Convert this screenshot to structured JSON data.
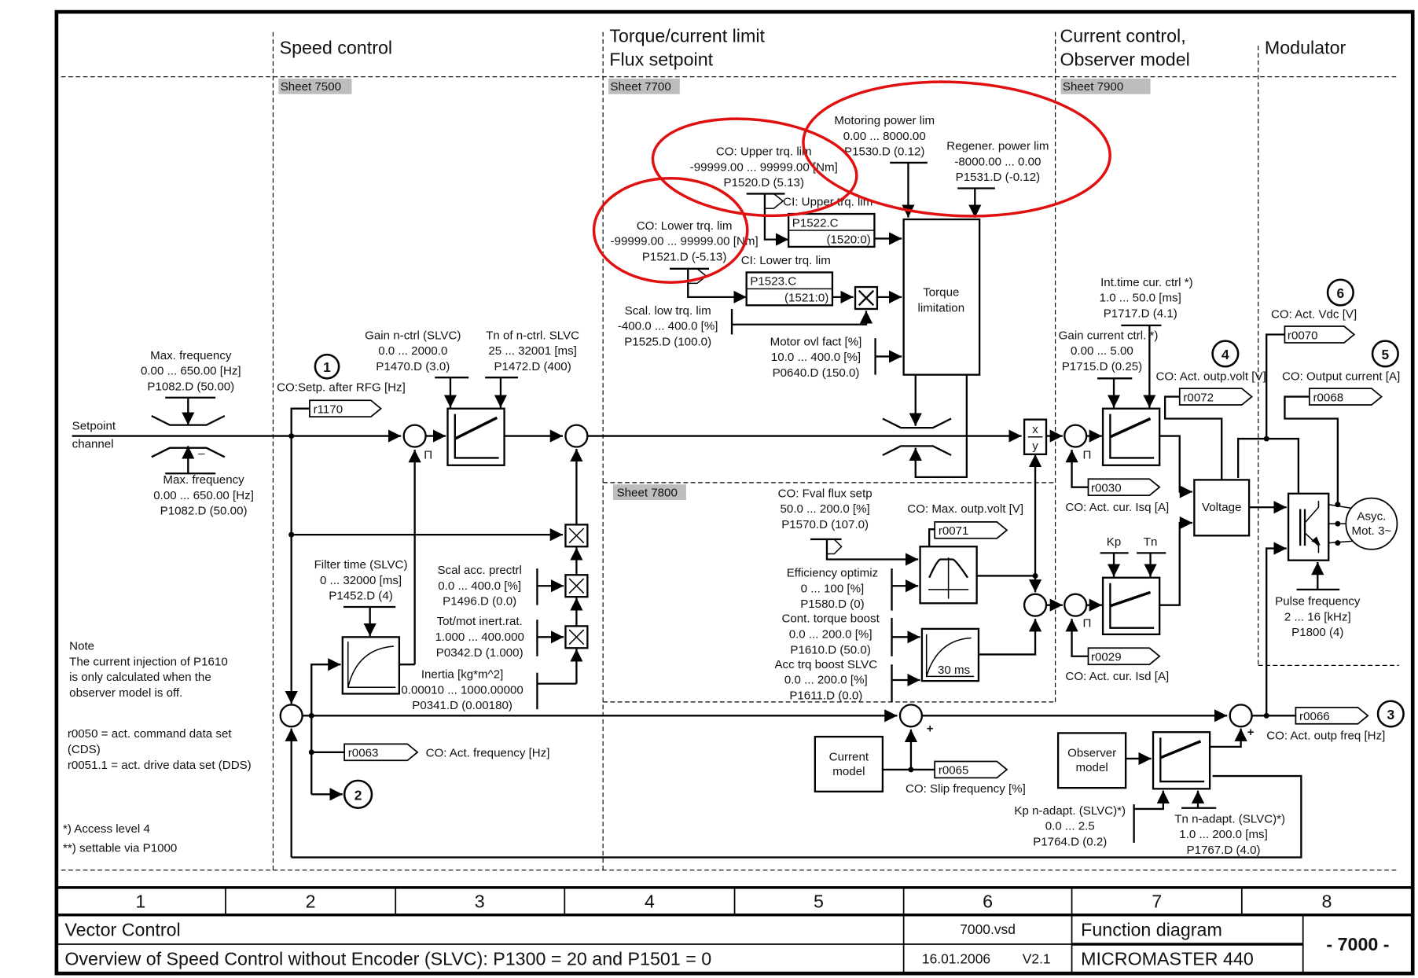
{
  "headers": {
    "speed": "Speed control",
    "torque1": "Torque/current limit",
    "torque2": "Flux setpoint",
    "current1": "Current control,",
    "current2": "Observer model",
    "modulator": "Modulator"
  },
  "sheets": {
    "s7500": "Sheet 7500",
    "s7700": "Sheet 7700",
    "s7900": "Sheet 7900",
    "s7800": "Sheet 7800"
  },
  "setpoint": {
    "line1": "Setpoint",
    "line2": "channel"
  },
  "maxfreq_top": [
    "Max. frequency",
    "0.00 ... 650.00  [Hz]",
    "P1082.D (50.00)"
  ],
  "maxfreq_bot": [
    "Max. frequency",
    "0.00 ... 650.00  [Hz]",
    "P1082.D (50.00)"
  ],
  "cosetp": "CO:Setp. after RFG [Hz]",
  "gain_nctrl": [
    "Gain n-ctrl (SLVC)",
    "0.0 ... 2000.0",
    "P1470.D (3.0)"
  ],
  "tn_nctrl": [
    "Tn of n-ctrl. SLVC",
    "25 ... 32001  [ms]",
    "P1472.D (400)"
  ],
  "filter": [
    "Filter time (SLVC)",
    "0 ... 32000  [ms]",
    "P1452.D (4)"
  ],
  "scal_acc": [
    "Scal acc. prectrl",
    "0.0 ... 400.0  [%]",
    "P1496.D (0.0)"
  ],
  "totmot": [
    "Tot/mot inert.rat.",
    "1.000 ... 400.000",
    "P0342.D (1.000)"
  ],
  "inertia": [
    "Inertia [kg*m^2]",
    "0.00010 ... 1000.00000",
    "P0341.D (0.00180)"
  ],
  "note": [
    "Note",
    "The current injection of P1610",
    "is only calculated when the",
    "observer model is off."
  ],
  "dataset": [
    "r0050 = act. command data set",
    "(CDS)",
    "r0051.1 = act. drive data set (DDS)"
  ],
  "footnotes": [
    "*)  Access level 4",
    "**) settable via P1000"
  ],
  "act_freq": "CO: Act. frequency [Hz]",
  "upper_trq": [
    "CO: Upper trq. lim",
    "-99999.00 ... 99999.00  [Nm]",
    "P1520.D (5.13)"
  ],
  "lower_trq": [
    "CO: Lower trq. lim",
    "-99999.00 ... 99999.00  [Nm]",
    "P1521.D (-5.13)"
  ],
  "ci_upper": "CI: Upper trq. lim",
  "ci_lower": "CI: Lower trq. lim",
  "p1522": [
    "P1522.C",
    "(1520:0)"
  ],
  "p1523": [
    "P1523.C",
    "(1521:0)"
  ],
  "scal_low": [
    "Scal. low trq. lim",
    "-400.0 ... 400.0  [%]",
    "P1525.D (100.0)"
  ],
  "motor_ovl": [
    "Motor ovl fact [%]",
    "10.0 ... 400.0  [%]",
    "P0640.D (150.0)"
  ],
  "motoring": [
    "Motoring power lim",
    "0.00 ... 8000.00",
    "P1530.D (0.12)"
  ],
  "regener": [
    "Regener. power lim",
    "-8000.00 ... 0.00",
    "P1531.D (-0.12)"
  ],
  "torque_lim": [
    "Torque",
    "limitation"
  ],
  "fval_flux": [
    "CO: Fval flux setp",
    "50.0 ... 200.0  [%]",
    "P1570.D (107.0)"
  ],
  "max_outp": "CO: Max. outp.volt [V]",
  "efficiency": [
    "Efficiency optimiz",
    "0 ... 100  [%]",
    "P1580.D (0)"
  ],
  "cont_trq": [
    "Cont. torque boost",
    "0.0 ... 200.0  [%]",
    "P1610.D (50.0)"
  ],
  "acc_trq": [
    "Acc trq boost SLVC",
    "0.0 ... 200.0  [%]",
    "P1611.D (0.0)"
  ],
  "ms30": "30 ms",
  "current_model": [
    "Current",
    "model"
  ],
  "slip": "CO: Slip frequency [%]",
  "observer": [
    "Observer",
    "model"
  ],
  "kp_nadapt": [
    "Kp n-adapt. (SLVC)*)",
    "0.0 ... 2.5",
    "P1764.D (0.2)"
  ],
  "tn_nadapt": [
    "Tn n-adapt. (SLVC)*)",
    "1.0 ... 200.0  [ms]",
    "P1767.D (4.0)"
  ],
  "act_outp_freq": "CO: Act. outp freq [Hz]",
  "int_time": [
    "Int.time cur. ctrl  *)",
    "1.0 ... 50.0  [ms]",
    "P1717.D (4.1)"
  ],
  "gain_cur": [
    "Gain current ctrl. *)",
    "0.00 ... 5.00",
    "P1715.D (0.25)"
  ],
  "act_isq": "CO: Act. cur. Isq [A]",
  "act_isd": "CO: Act. cur. Isd [A]",
  "act_outp_volt": "CO: Act. outp.volt [V]",
  "output_current": "CO: Output current [A]",
  "act_vdc": "CO: Act. Vdc [V]",
  "voltage": "Voltage",
  "kp": "Kp",
  "tn": "Tn",
  "motor": [
    "Asyc.",
    "Mot. 3~"
  ],
  "pulse": [
    "Pulse frequency",
    "2 ... 16  [kHz]",
    "P1800 (4)"
  ],
  "xy": [
    "x",
    "y"
  ],
  "plus": "+",
  "pi": "Π",
  "minus": "–",
  "connectors": {
    "r1170": "r1170",
    "r0063": "r0063",
    "r0071": "r0071",
    "r0065": "r0065",
    "r0066": "r0066",
    "r0030": "r0030",
    "r0029": "r0029",
    "r0072": "r0072",
    "r0070": "r0070",
    "r0068": "r0068"
  },
  "markers": [
    "1",
    "2",
    "3",
    "4",
    "5",
    "6"
  ],
  "footer": {
    "columns": [
      "1",
      "2",
      "3",
      "4",
      "5",
      "6",
      "7",
      "8"
    ],
    "title": "Vector Control",
    "subtitle": "Overview of Speed Control without Encoder (SLVC): P1300 = 20 and P1501 = 0",
    "file": "7000.vsd",
    "date": "16.01.2006",
    "version": "V2.1",
    "type": "Function diagram",
    "product": "MICROMASTER 440",
    "page": "- 7000 -"
  }
}
